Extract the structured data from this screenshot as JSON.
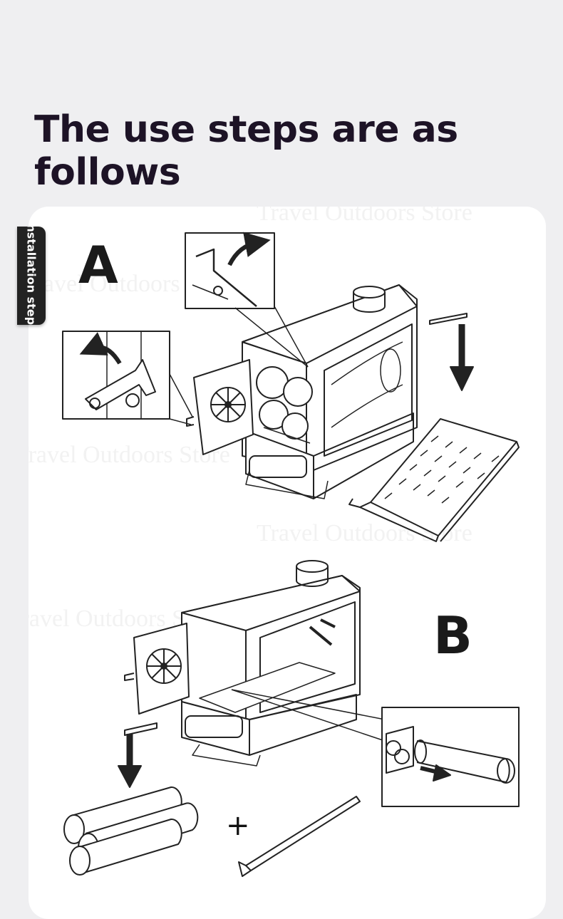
{
  "heading": "The use steps are as follows",
  "side_tab": "Installation steps",
  "steps": [
    {
      "label": "A"
    },
    {
      "label": "B"
    }
  ],
  "plus_sign": "+",
  "watermarks": [
    "Travel Outdoors Store",
    "Travel Outdoors Store",
    "Travel Outdoors Store",
    "Travel Outdoors Store",
    "Travel Outdoors Store",
    "Travel Outdoors Store"
  ]
}
